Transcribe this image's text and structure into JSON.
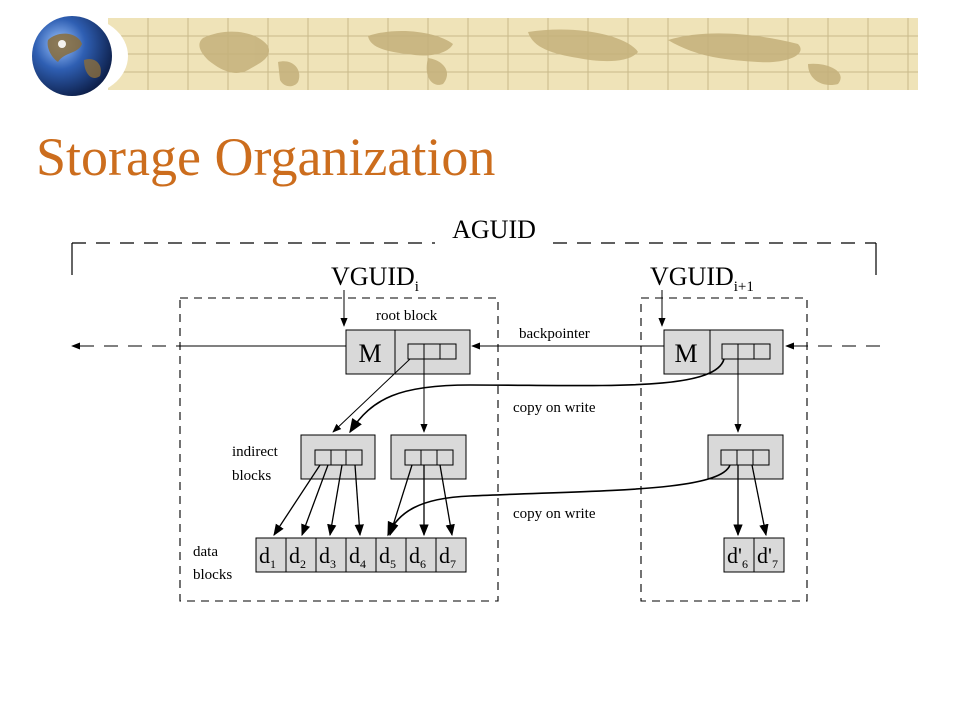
{
  "slide": {
    "title": "Storage Organization"
  },
  "diagram": {
    "aguid_label": "AGUID",
    "vguid_i": {
      "base": "VGUID",
      "subscript": "i"
    },
    "vguid_i1": {
      "base": "VGUID",
      "subscript": "i+1"
    },
    "root_block_label": "root block",
    "backpointer_label": "backpointer",
    "copy_on_write_label": "copy on write",
    "indirect_blocks_label": [
      "indirect",
      "blocks"
    ],
    "data_blocks_label": [
      "data",
      "blocks"
    ],
    "metadata_label": "M",
    "data_blocks": [
      {
        "base": "d",
        "sub": "1"
      },
      {
        "base": "d",
        "sub": "2"
      },
      {
        "base": "d",
        "sub": "3"
      },
      {
        "base": "d",
        "sub": "4"
      },
      {
        "base": "d",
        "sub": "5"
      },
      {
        "base": "d",
        "sub": "6"
      },
      {
        "base": "d",
        "sub": "7"
      }
    ],
    "new_data_blocks": [
      {
        "base": "d'",
        "sub": "6"
      },
      {
        "base": "d'",
        "sub": "7"
      }
    ]
  },
  "colors": {
    "title": "#cc6d1d",
    "banner": "#efe3b8",
    "block_fill": "#d9d9d9"
  }
}
